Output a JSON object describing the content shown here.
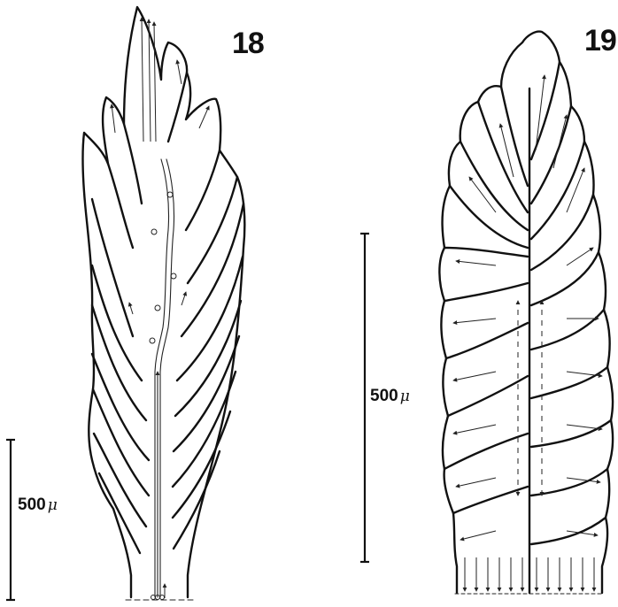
{
  "figures": [
    {
      "number": "18",
      "scale_label": "500",
      "scale_unit": "μ"
    },
    {
      "number": "19",
      "scale_label": "500",
      "scale_unit": "μ"
    }
  ]
}
